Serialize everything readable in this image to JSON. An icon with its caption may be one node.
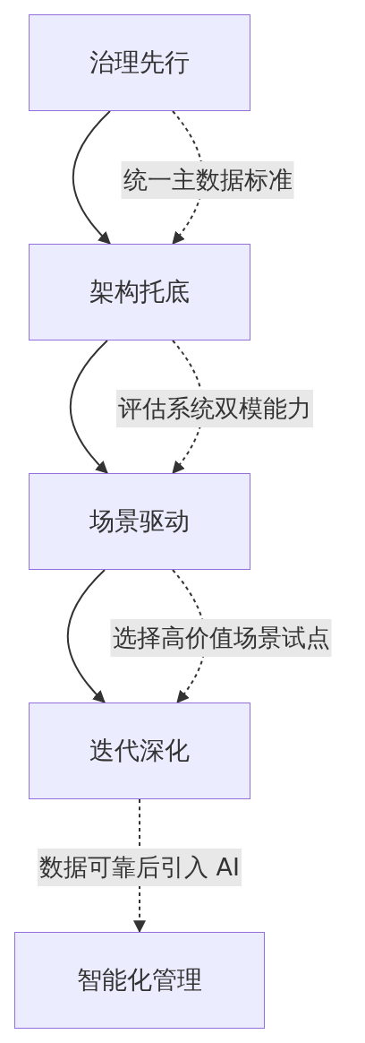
{
  "diagram": {
    "nodes": [
      {
        "text": [
          "治理先行"
        ]
      },
      {
        "text": [
          "架构托底"
        ]
      },
      {
        "text": [
          "场景驱动"
        ]
      },
      {
        "text": [
          "迭代深化"
        ]
      },
      {
        "text": [
          "智能化管理"
        ]
      }
    ],
    "edges": [
      {
        "from": 0,
        "to": 1,
        "arrow": "to"
      },
      {
        "from": 0,
        "to": 1,
        "arrow": "to",
        "style": "dashed",
        "label": "统一主数据标准"
      },
      {
        "from": 1,
        "to": 2,
        "arrow": "to"
      },
      {
        "from": 1,
        "to": 2,
        "arrow": "to",
        "style": "dashed",
        "label": "评估系统双模能力"
      },
      {
        "from": 2,
        "to": 3,
        "arrow": "to"
      },
      {
        "from": 2,
        "to": 3,
        "arrow": "to",
        "style": "dashed",
        "label": "选择高价值场景试点"
      },
      {
        "from": 3,
        "to": 4,
        "arrow": "to",
        "style": "dashed",
        "label": "数据可靠后引入 AI"
      }
    ]
  }
}
